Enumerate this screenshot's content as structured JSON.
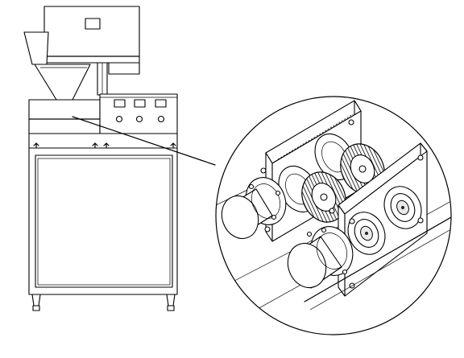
{
  "figure": {
    "name": "granulator-machine-with-roller-detail",
    "colors": {
      "line": "#000000",
      "background": "#ffffff",
      "shade": "#e9e9e9",
      "dark": "#222222"
    },
    "machine": {
      "control_panel": {
        "indicator_count": 3,
        "knob_count": 3
      },
      "legs": 2
    },
    "detail_view": {
      "shape": "circle",
      "roller_assemblies": 2,
      "gears": 2,
      "motors": 2
    }
  }
}
